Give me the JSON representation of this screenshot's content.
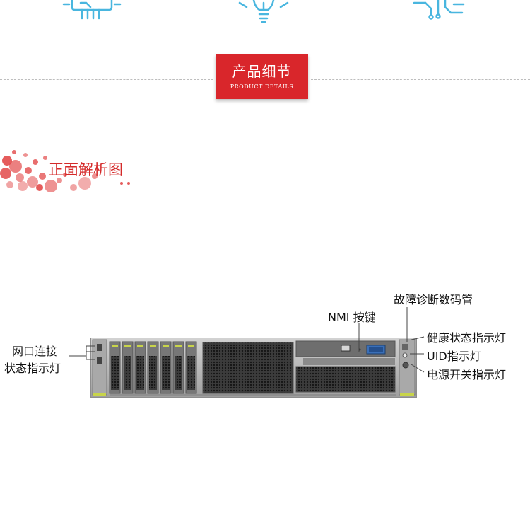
{
  "banner": {
    "title_cn": "产品细节",
    "title_en": "PRODUCT DETAILS"
  },
  "section": {
    "title": "正面解析图"
  },
  "labels": {
    "port_status_line1": "网口连接",
    "port_status_line2": "状态指示灯",
    "nmi_button": "NMI 按键",
    "fault_display": "故障诊断数码管",
    "health_indicator": "健康状态指示灯",
    "uid_indicator": "UID指示灯",
    "power_indicator": "电源开关指示灯"
  },
  "colors": {
    "accent_red": "#d9262b",
    "icon_blue": "#49b6df",
    "line_gray": "#bdbdbd"
  },
  "icons": [
    "chip-icon",
    "lightbulb-icon",
    "circuit-icon"
  ]
}
